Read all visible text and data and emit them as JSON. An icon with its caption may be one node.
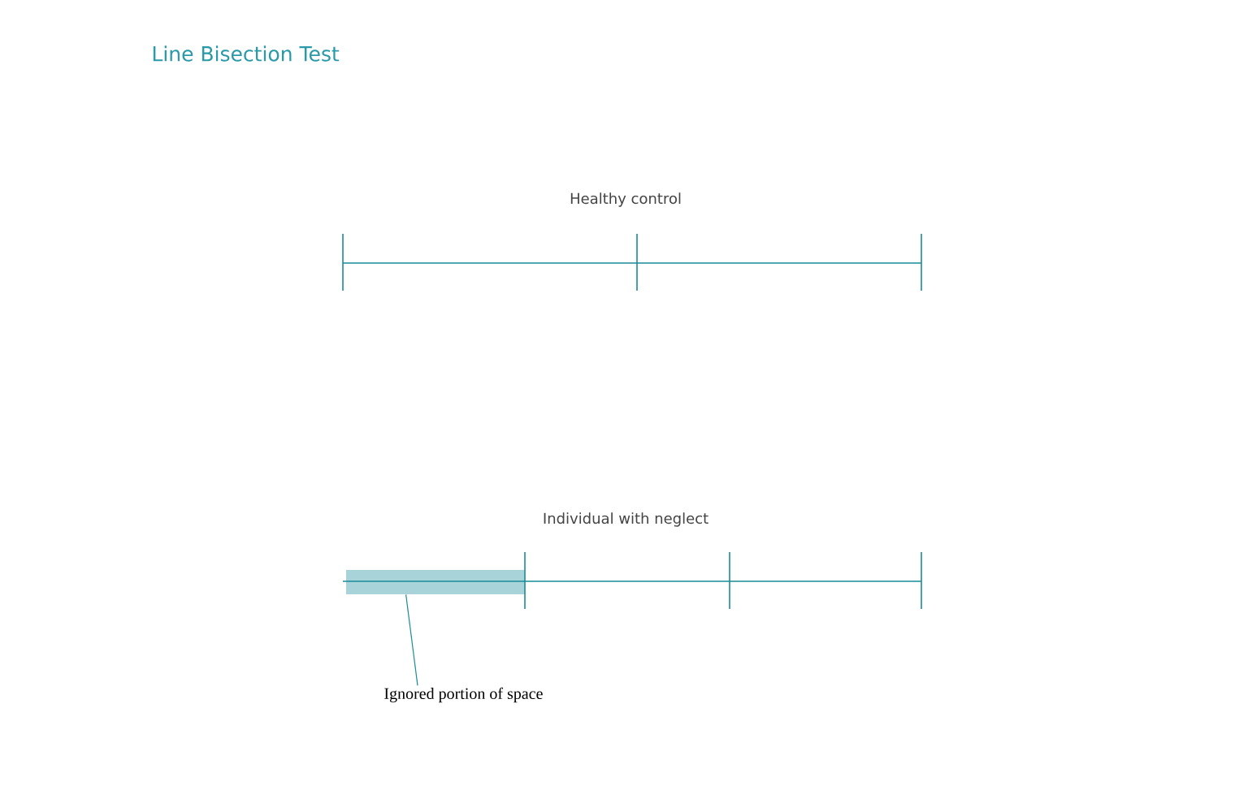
{
  "diagram": {
    "title": "Line Bisection Test",
    "nodes": [
      {
        "text": [
          "Ignored portion of space"
        ]
      },
      {
        "text": [],
        "shape": "bar"
      }
    ],
    "edges": [
      {
        "from": 0,
        "to": 1,
        "arrow": "none"
      }
    ],
    "labels": [
      "Healthy control",
      "Individual with neglect"
    ]
  }
}
